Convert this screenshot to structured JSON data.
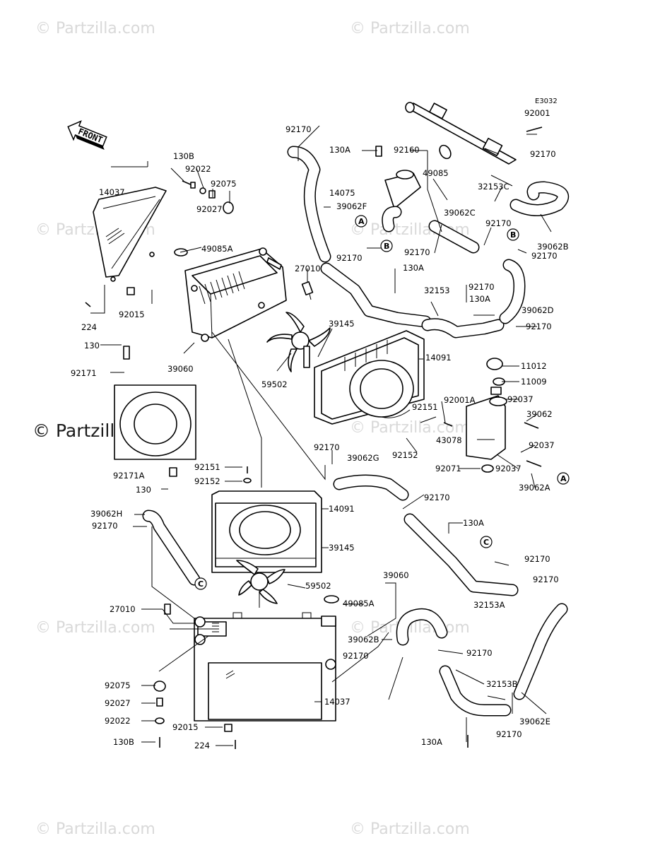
{
  "diagram_code": "E3032",
  "watermarks": {
    "faint": "© Partzilla.com",
    "main": "© Partzilla.com"
  },
  "front_arrow": {
    "text": "FRONT"
  },
  "labels": {
    "l_130b_top": "130B",
    "l_92022_top": "92022",
    "l_92075_top": "92075",
    "l_92027_top": "92027",
    "l_14037_top": "14037",
    "l_49085a_top": "49085A",
    "l_92015_top": "92015",
    "l_224_top": "224",
    "l_130_top": "130",
    "l_92171": "92171",
    "l_39060_top": "39060",
    "l_27010_top": "27010",
    "l_59502_top": "59502",
    "l_39145_top": "39145",
    "l_14091_top": "14091",
    "l_92170_a": "92170",
    "l_39062f": "39062F",
    "l_14075": "14075",
    "l_130a_1": "130A",
    "l_92160": "92160",
    "l_49085": "49085",
    "l_92170_b": "92170",
    "l_130a_2": "130A",
    "l_92001": "92001",
    "l_92170_c": "92170",
    "l_32153c": "32153C",
    "l_92170_d": "92170",
    "l_39062b": "39062B",
    "l_39062c": "39062C",
    "l_92170_e": "92170",
    "l_92170_f": "92170",
    "l_32153": "32153",
    "l_130a_3": "130A",
    "l_92170_g": "92170",
    "l_39062d": "39062D",
    "l_92170_h": "92170",
    "l_11012": "11012",
    "l_11009": "11009",
    "l_92001a": "92001A",
    "l_92037_a": "92037",
    "l_39062": "39062",
    "l_43078": "43078",
    "l_92037_b": "92037",
    "l_92071": "92071",
    "l_92037_c": "92037",
    "l_39062a": "39062A",
    "l_92151_top": "92151",
    "l_92152_top": "92152",
    "l_92170_i": "92170",
    "l_39062g": "39062G",
    "l_92171a": "92171A",
    "l_130_mid": "130",
    "l_92151_mid": "92151",
    "l_92152_mid": "92152",
    "l_14091_bot": "14091",
    "l_39145_bot": "39145",
    "l_59502_bot": "59502",
    "l_39062h": "39062H",
    "l_92170_j": "92170",
    "l_92170_k": "92170",
    "l_130a_4": "130A",
    "l_92170_l": "92170",
    "l_32153a": "32153A",
    "l_92170_m": "92170",
    "l_39060_bot": "39060",
    "l_49085a_bot": "49085A",
    "l_27010_bot": "27010",
    "l_39062b_bot": "39062B",
    "l_92170_n": "92170",
    "l_92170_o": "92170",
    "l_92075_bot": "92075",
    "l_14037_bot": "14037",
    "l_92027_bot": "92027",
    "l_32153b": "32153B",
    "l_92022_bot": "92022",
    "l_39062e": "39062E",
    "l_92015_bot": "92015",
    "l_92170_p": "92170",
    "l_130b_bot": "130B",
    "l_224_bot": "224",
    "l_130a_5": "130A"
  },
  "refs": {
    "r_a1": "A",
    "r_b1": "B",
    "r_b2": "B",
    "r_a2": "A",
    "r_c1": "C",
    "r_c2": "C"
  }
}
